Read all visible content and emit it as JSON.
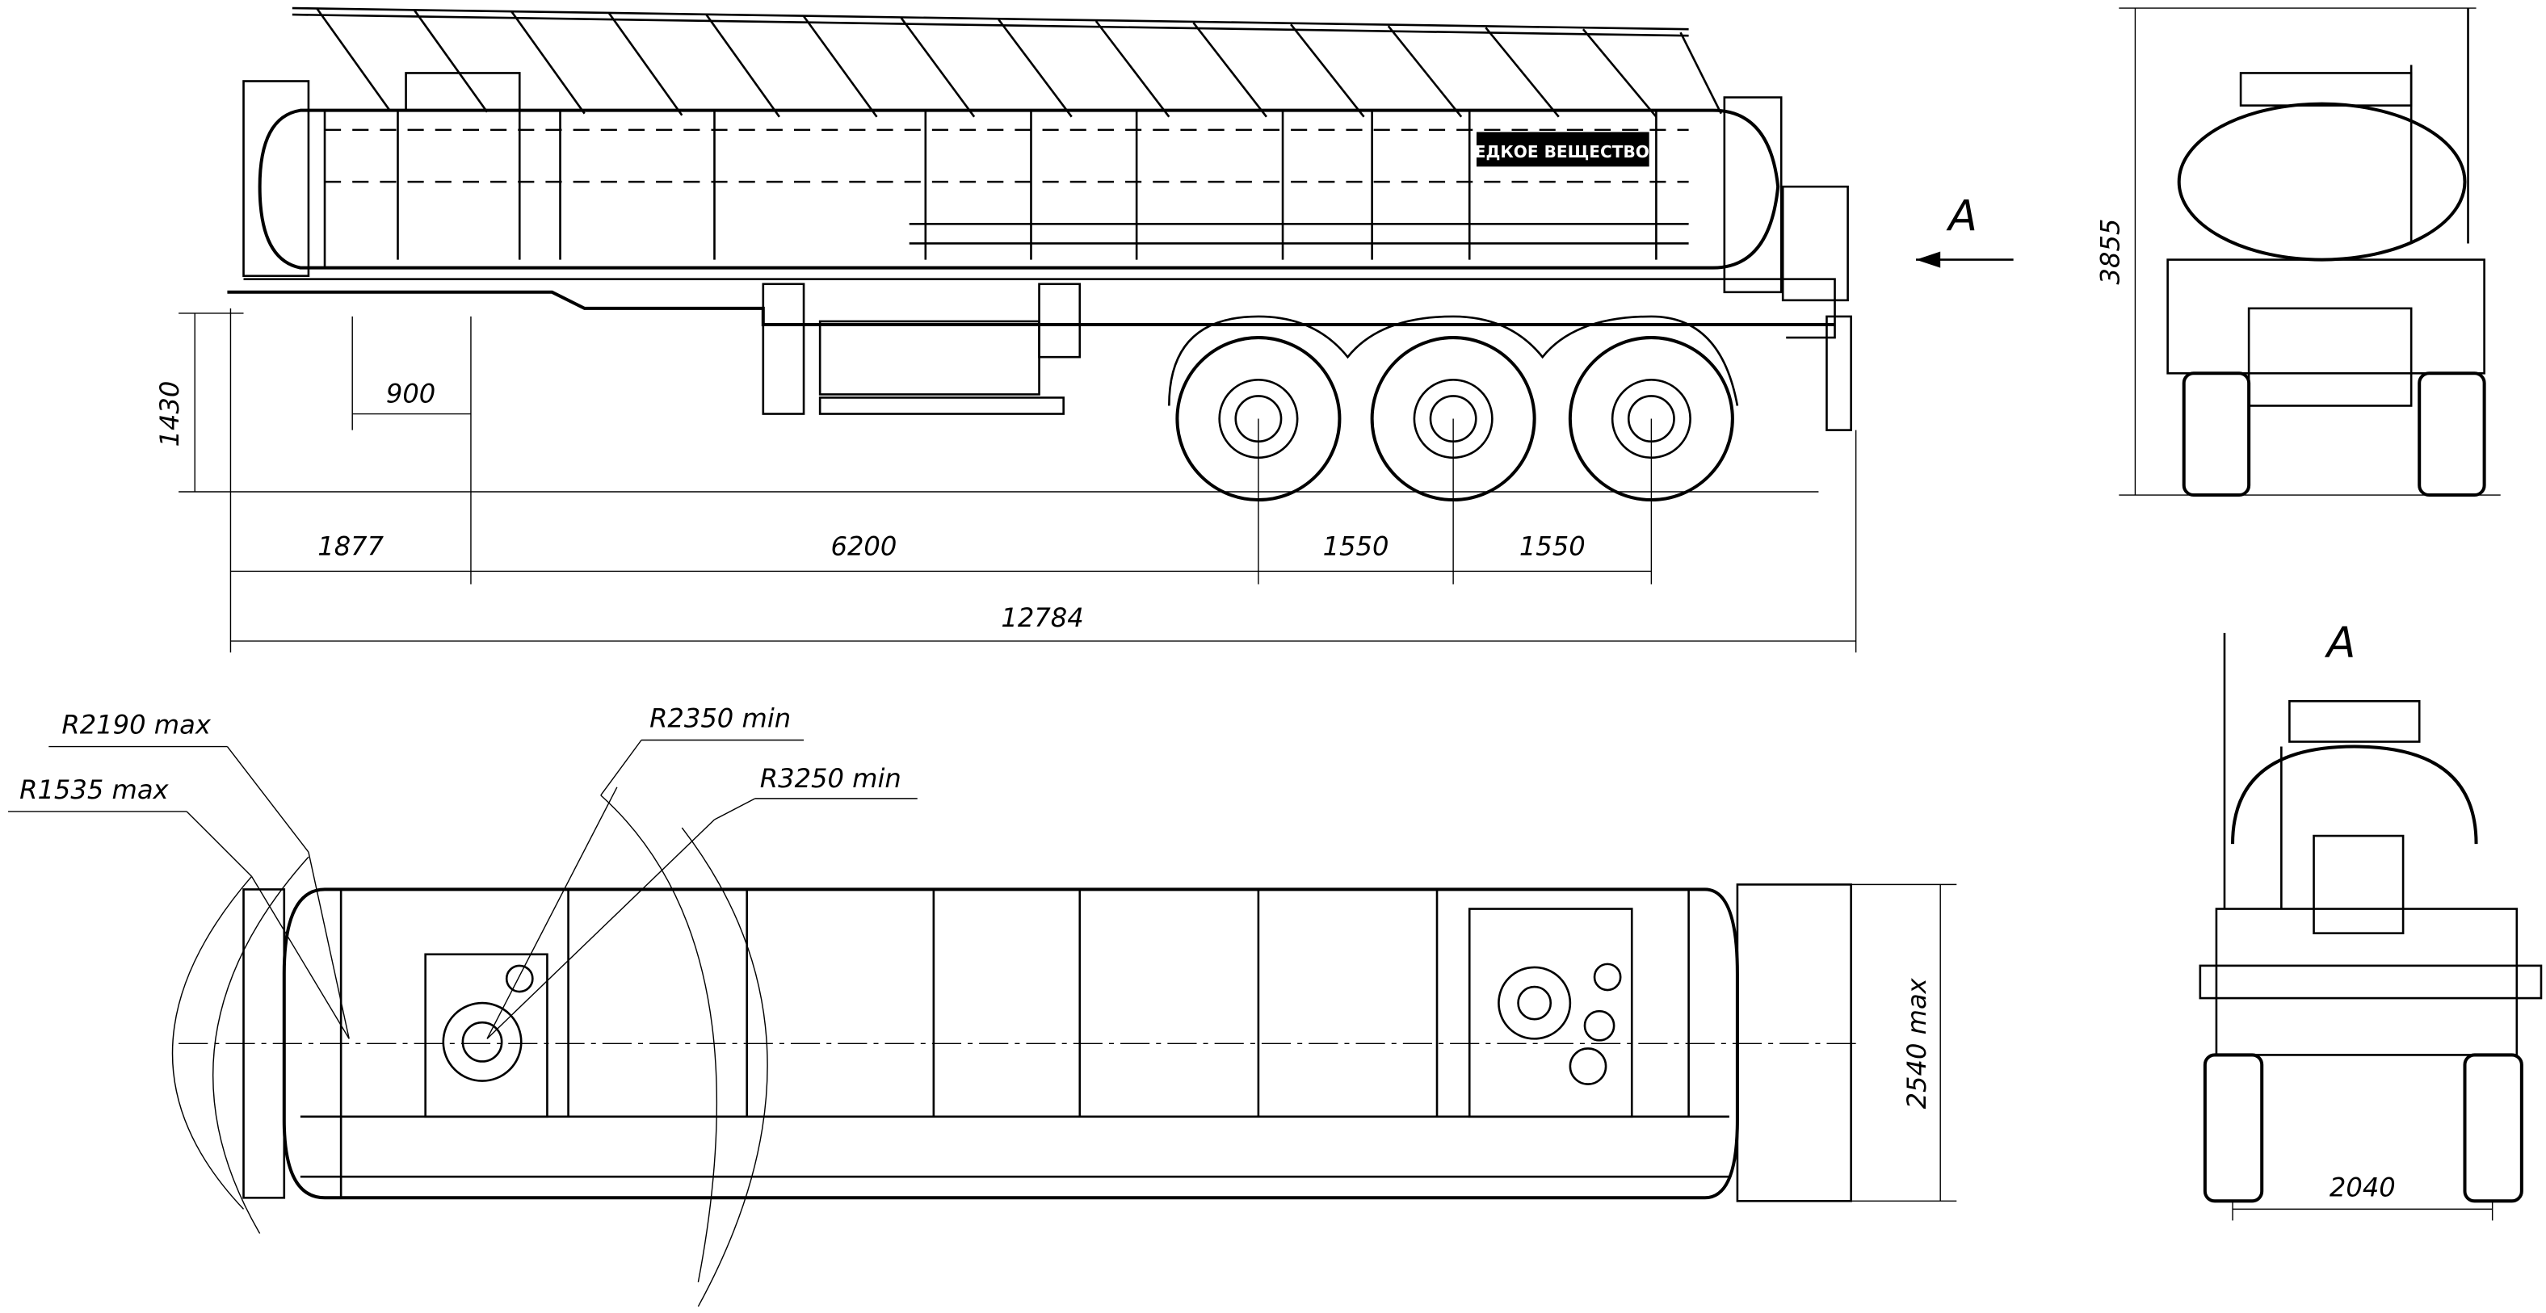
{
  "drawing": {
    "tank_label": "ЕДКОЕ ВЕЩЕСТВО",
    "view_marker": "A",
    "view_title": "A",
    "side_view": {
      "dimensions": {
        "height_coupling": "1430",
        "kingpin_offset": "900",
        "front_overhang": "1877",
        "kingpin_to_axle": "6200",
        "axle_spacing_1": "1550",
        "axle_spacing_2": "1550",
        "overall_length": "12784"
      }
    },
    "rear_view": {
      "dimensions": {
        "overall_height": "3855"
      }
    },
    "view_a": {
      "dimensions": {
        "track_width": "2040"
      }
    },
    "top_view": {
      "radii": {
        "r1": "R2190 max",
        "r2": "R1535 max",
        "r3": "R2350 min",
        "r4": "R3250 min"
      },
      "dimensions": {
        "overall_width": "2540 max"
      }
    }
  }
}
